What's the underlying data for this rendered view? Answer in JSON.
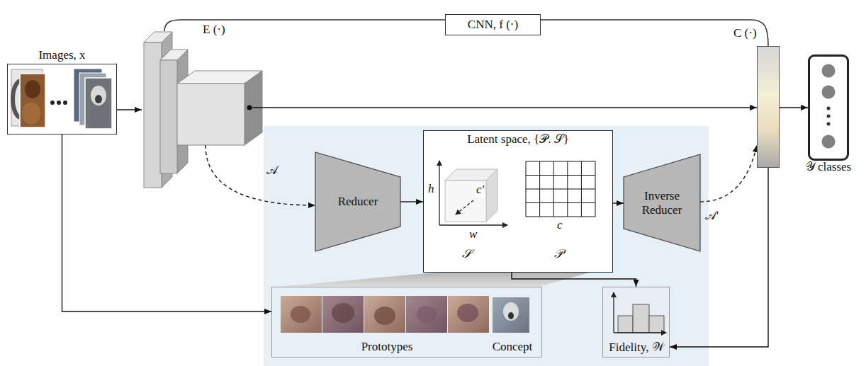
{
  "diagram": {
    "nodes": [
      {
        "text": [
          "Images, x"
        ]
      },
      {
        "text": [
          "E (·)"
        ]
      },
      {
        "text": [
          "CNN, f (·)"
        ]
      },
      {
        "text": [
          "C (·)"
        ]
      },
      {
        "text": [
          "𝒴 classes"
        ]
      },
      {
        "text": [
          "Reducer"
        ]
      },
      {
        "text": [
          "Latent space, {𝒫. 𝒮}"
        ]
      },
      {
        "text": [
          "Inverse Reducer"
        ]
      },
      {
        "text": [
          "Prototypes",
          "Concept"
        ]
      },
      {
        "text": [
          "Fidelity, 𝒲"
        ]
      }
    ],
    "edges": [
      {
        "from": 0,
        "to": 1,
        "arrow": "to"
      },
      {
        "from": 1,
        "to": 3,
        "arrow": "to"
      },
      {
        "from": 3,
        "to": 4,
        "arrow": "to"
      },
      {
        "from": 1,
        "to": 5,
        "label": "𝒜",
        "arrow": "to"
      },
      {
        "from": 5,
        "to": 6,
        "arrow": "to"
      },
      {
        "from": 6,
        "to": 7,
        "arrow": "to"
      },
      {
        "from": 7,
        "to": 3,
        "label": "𝒜'",
        "arrow": "to"
      },
      {
        "from": 6,
        "to": 9,
        "arrow": "to"
      },
      {
        "from": 3,
        "to": 9,
        "arrow": "to"
      },
      {
        "from": 0,
        "to": 8,
        "arrow": "to"
      }
    ],
    "labels": [
      "h",
      "w",
      "c'",
      "𝒮",
      "c",
      "𝒫"
    ]
  }
}
